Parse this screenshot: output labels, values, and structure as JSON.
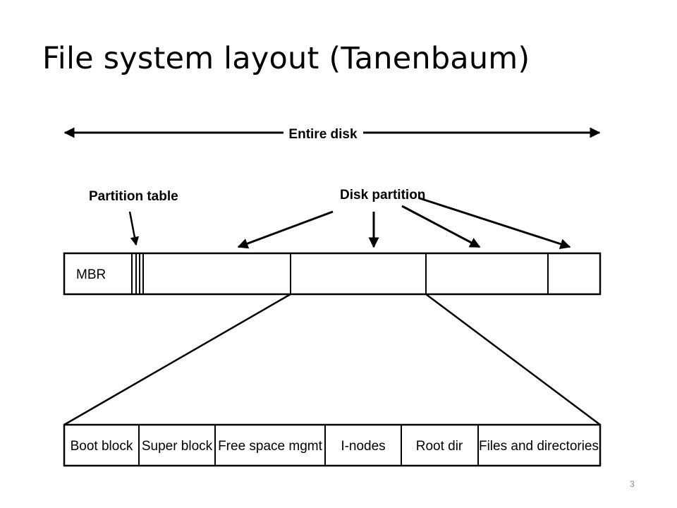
{
  "slide": {
    "title": "File system layout (Tanenbaum)",
    "page_number": "3"
  },
  "diagram": {
    "entire_disk_label": "Entire disk",
    "partition_table_label": "Partition table",
    "disk_partition_label": "Disk partition",
    "mbr_label": "MBR",
    "partition_contents": [
      "Boot block",
      "Super block",
      "Free space mgmt",
      "I-nodes",
      "Root dir",
      "Files and directories"
    ]
  }
}
